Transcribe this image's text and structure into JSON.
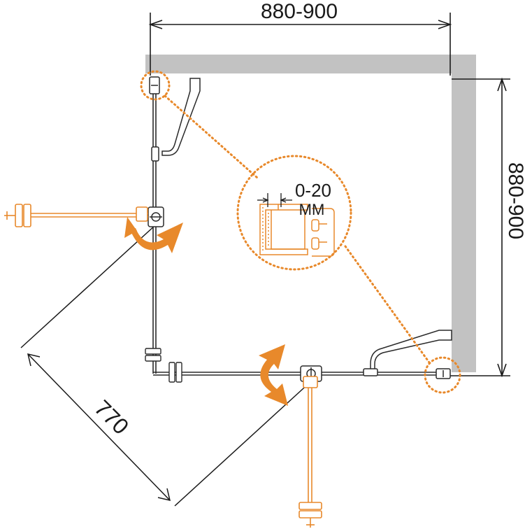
{
  "dimensions": {
    "top_width": "880-900",
    "right_depth": "880-900",
    "diagonal_door": "770"
  },
  "detail": {
    "adjustment": "0-20",
    "unit": "ММ"
  },
  "colors": {
    "wall": "#c2c2c2",
    "outline": "#2a2a2a",
    "accent": "#e8892b",
    "dimension_line": "#1a1a1a"
  },
  "icons": {
    "rotation": "curved-double-arrow-icon",
    "magnifier": "detail-circle-icon",
    "hinge": "hinge-icon"
  }
}
